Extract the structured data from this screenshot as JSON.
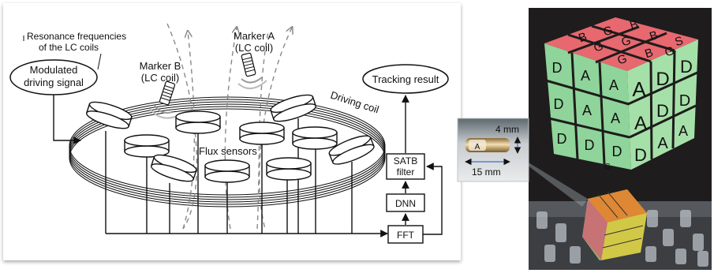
{
  "diagram": {
    "annotation_resonance": [
      "Resonance frequencies",
      "of the LC coils"
    ],
    "driving_signal": [
      "Modulated",
      "driving signal"
    ],
    "marker_b": [
      "Marker B",
      "(LC coil)"
    ],
    "marker_a": [
      "Marker A",
      "(LC coil)"
    ],
    "driving_coil": "Driving coil",
    "flux_sensors": "Flux sensors",
    "tracking_result": "Tracking result",
    "satb": [
      "SATB",
      "filter"
    ],
    "dnn": "DNN",
    "fft": "FFT"
  },
  "photo": {
    "dim_height": "4 mm",
    "dim_length": "15 mm",
    "marker_letter": "A",
    "cube_top_letters": [
      "B",
      "G",
      "B",
      "G",
      "G",
      "B",
      "S",
      "G",
      "B",
      "G"
    ],
    "cube_left_letters": [
      "D",
      "A",
      "A",
      "D",
      "A",
      "A",
      "D",
      "D",
      "D",
      "G"
    ],
    "cube_right_letters": [
      "A",
      "D",
      "D",
      "A",
      "D",
      "D",
      "D",
      "A",
      "A"
    ],
    "colors": {
      "cube_top": "#e7686f",
      "cube_left": "#8fd49a",
      "cube_right": "#a6e0a9",
      "photo_bg": "#1e1c1c"
    }
  }
}
